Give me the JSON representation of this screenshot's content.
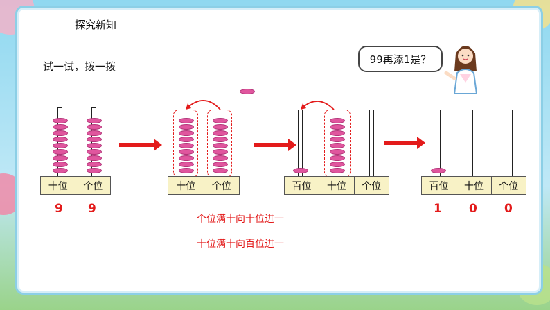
{
  "slide": {
    "title": "探究新知",
    "subtitle": "试一试，拨一拨",
    "bubble": "99再添1是？"
  },
  "abacus1": {
    "labels": [
      "十位",
      "个位"
    ],
    "digits": [
      "9",
      "9"
    ],
    "beads": [
      9,
      9
    ]
  },
  "abacus2": {
    "labels": [
      "十位",
      "个位"
    ],
    "beads": [
      9,
      9
    ]
  },
  "abacus3": {
    "labels": [
      "百位",
      "十位",
      "个位"
    ],
    "beads": [
      1,
      9,
      0
    ]
  },
  "abacus4": {
    "labels": [
      "百位",
      "十位",
      "个位"
    ],
    "digits": [
      "1",
      "0",
      "0"
    ],
    "beads": [
      1,
      0,
      0
    ]
  },
  "notes": {
    "line1": "个位满十向十位进一",
    "line2": "十位满十向百位进一"
  },
  "colors": {
    "bead": "#e0569e",
    "accent": "#e31b1b",
    "base": "#f8f2c6"
  }
}
